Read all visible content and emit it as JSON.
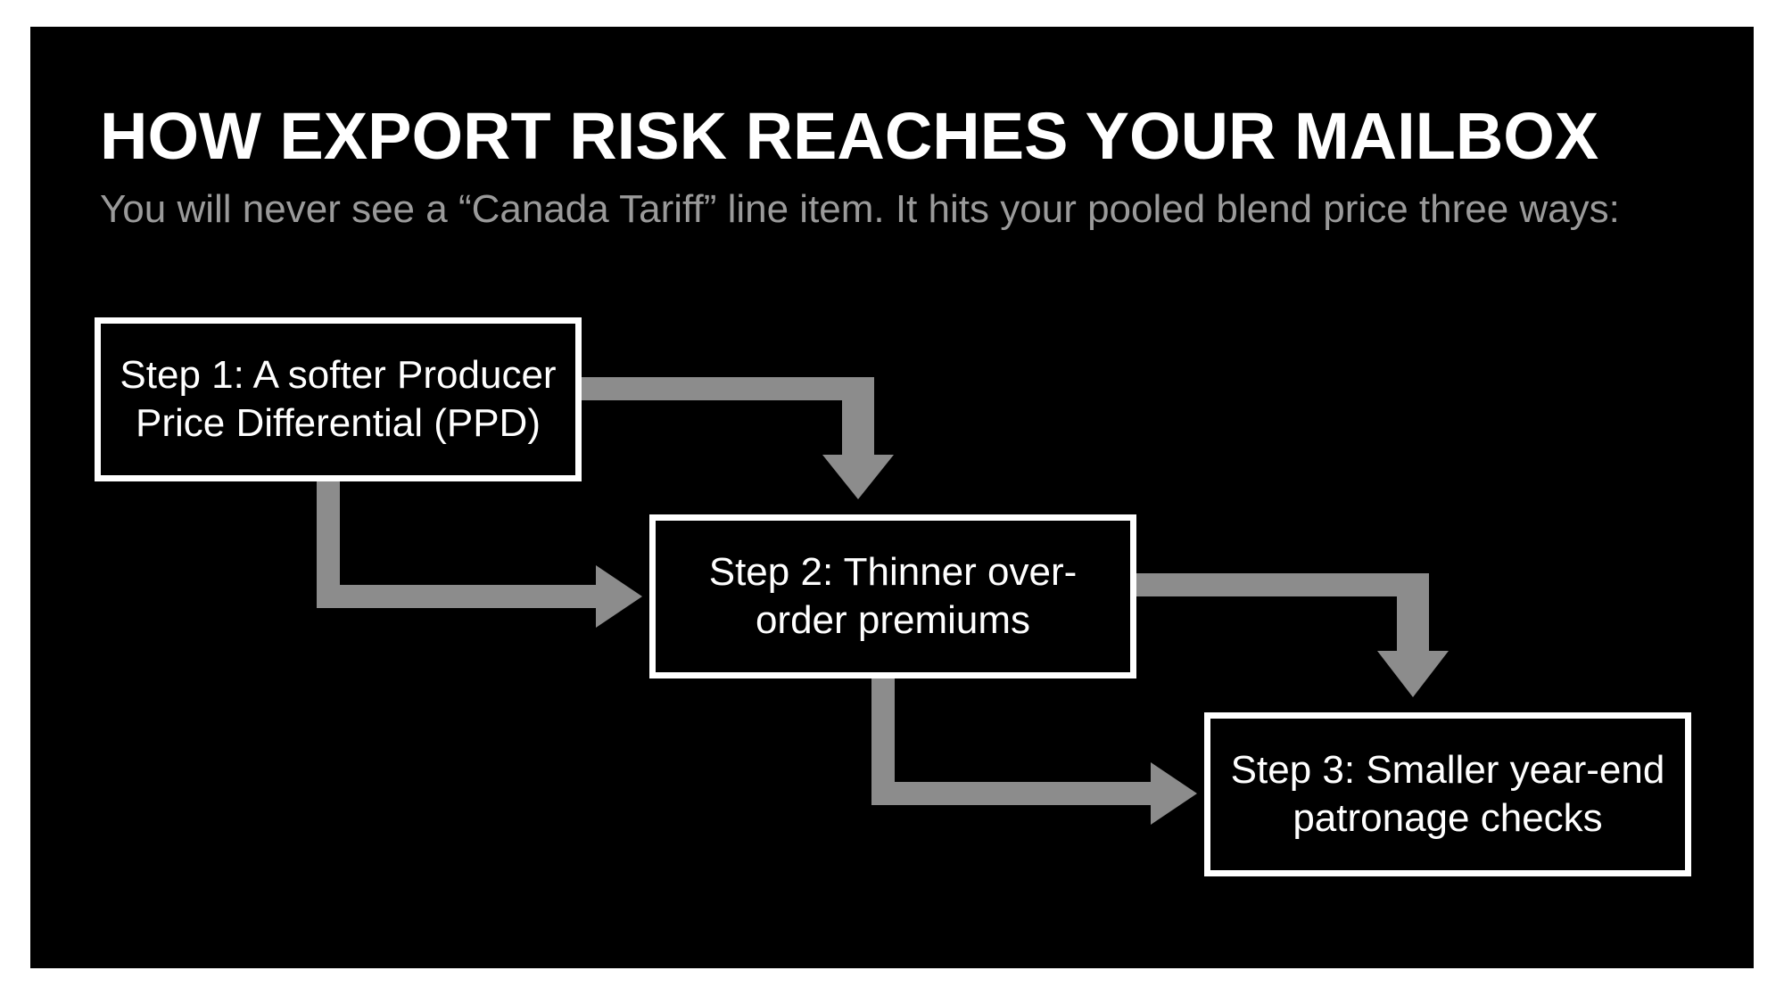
{
  "title": "HOW EXPORT RISK REACHES YOUR MAILBOX",
  "subtitle": "You will never see a “Canada Tariff” line item. It hits your pooled blend price three ways:",
  "steps": [
    {
      "label": "Step 1: A softer Producer Price Differential (PPD)"
    },
    {
      "label": "Step 2: Thinner over-order premiums"
    },
    {
      "label": "Step 3: Smaller year-end patronage checks"
    }
  ],
  "colors": {
    "background": "#000000",
    "text": "#ffffff",
    "subtitle": "#9a9a9a",
    "connector": "#8c8c8c",
    "box_border": "#ffffff"
  }
}
